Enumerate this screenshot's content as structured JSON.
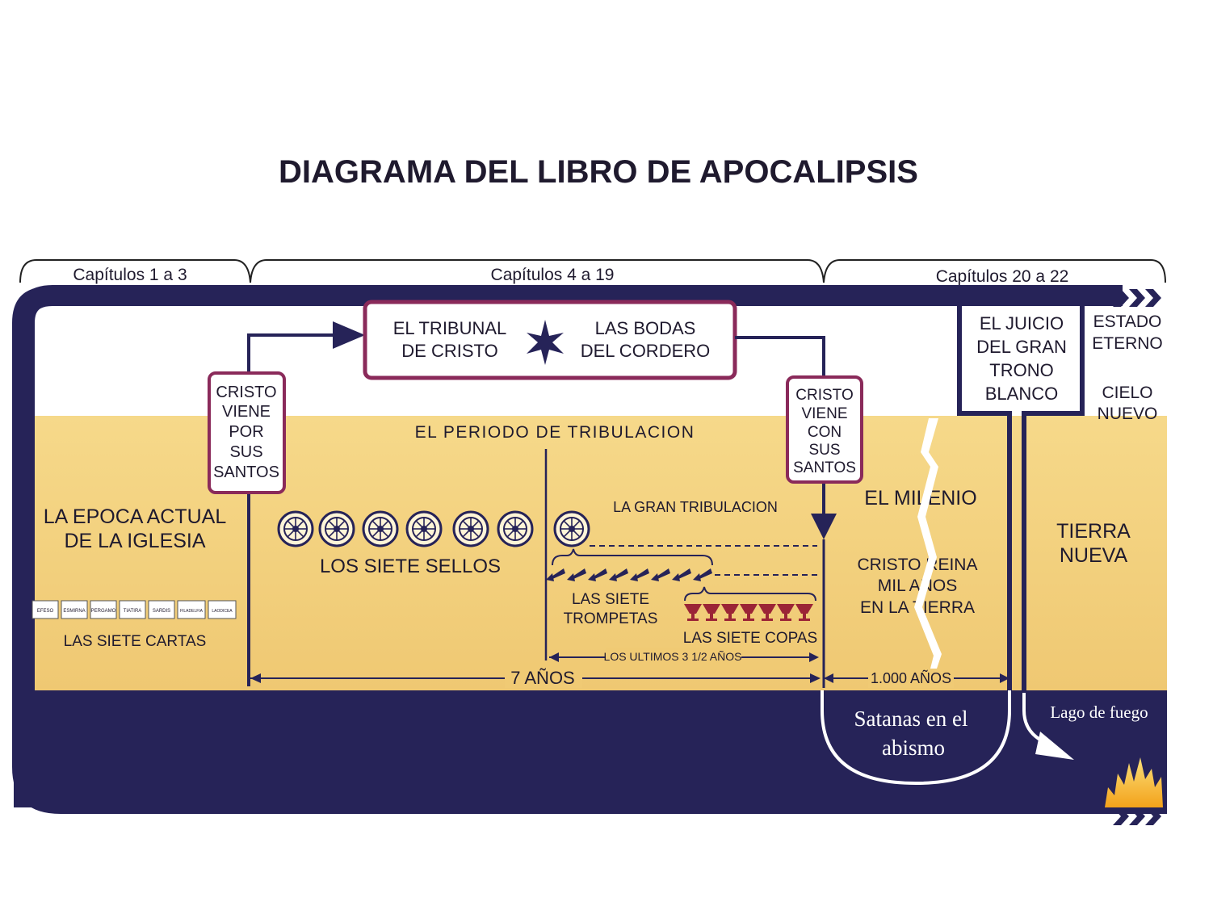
{
  "title": "DIAGRAMA DEL LIBRO DE APOCALIPSIS",
  "sections": {
    "s1": "Capítulos 1 a 3",
    "s2": "Capítulos 4 a 19",
    "s3": "Capítulos 20 a 22"
  },
  "boxes": {
    "tribunal": [
      "EL TRIBUNAL",
      "DE CRISTO"
    ],
    "bodas": [
      "LAS BODAS",
      "DEL CORDERO"
    ],
    "por_santos": [
      "CRISTO",
      "VIENE",
      "POR",
      "SUS",
      "SANTOS"
    ],
    "con_santos": [
      "CRISTO",
      "VIENE",
      "CON",
      "SUS",
      "SANTOS"
    ],
    "juicio": [
      "EL JUICIO",
      "DEL GRAN",
      "TRONO",
      "BLANCO"
    ]
  },
  "estado_eterno": [
    "ESTADO",
    "ETERNO"
  ],
  "cielo_nuevo": [
    "CIELO",
    "NUEVO"
  ],
  "epoca_actual": [
    "LA EPOCA ACTUAL",
    "DE LA IGLESIA"
  ],
  "cartas": [
    "EFESO",
    "ESMIRNA",
    "PERGAMO",
    "TIATIRA",
    "SARDIS",
    "FILADELFIA",
    "LAODICEA"
  ],
  "siete_cartas": "LAS SIETE CARTAS",
  "periodo_tribulacion": "EL PERIODO DE TRIBULACION",
  "gran_tribulacion": "LA GRAN TRIBULACION",
  "siete_sellos": "LOS SIETE SELLOS",
  "siete_trompetas": [
    "LAS SIETE",
    "TROMPETAS"
  ],
  "siete_copas": "LAS SIETE COPAS",
  "ultimos_anos": "LOS ULTIMOS 3 1/2 AÑOS",
  "siete_anos": "7 AÑOS",
  "milenio": "EL MILENIO",
  "cristo_reina": [
    "CRISTO REINA",
    "MIL  AÑOS",
    "EN LA TIERRA"
  ],
  "mil_anos": "1.000 AÑOS",
  "tierra_nueva": [
    "TIERRA",
    "NUEVA"
  ],
  "satanas": [
    "Satanas en el",
    "abismo"
  ],
  "lago": "Lago de fuego",
  "colors": {
    "navy": "#262358",
    "gold": "#f3d27e",
    "maroon": "#8a2a5a",
    "cup": "#9b2436"
  }
}
